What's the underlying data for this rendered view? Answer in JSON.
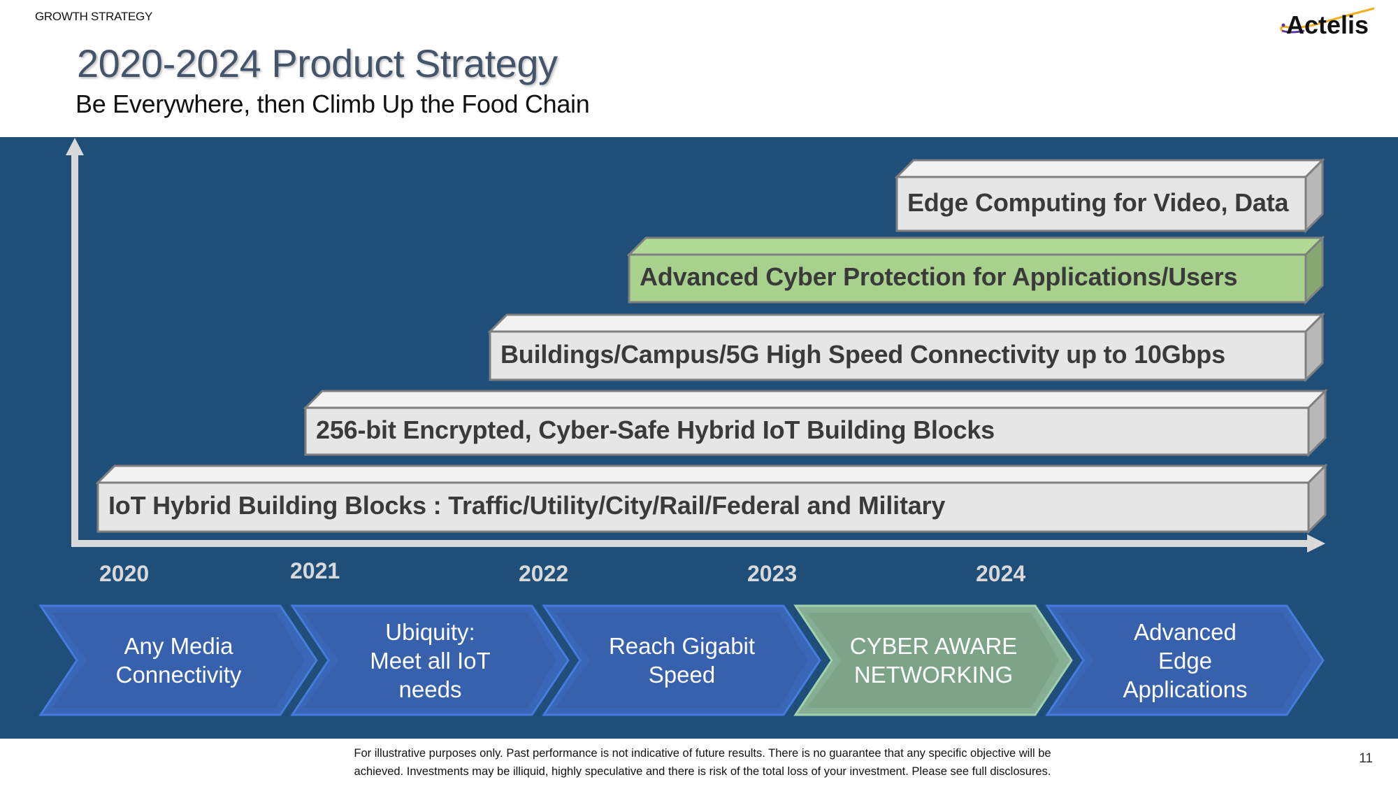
{
  "header": {
    "section_label": "GROWTH STRATEGY",
    "logo_text": "Actelis",
    "title": "2020-2024 Product Strategy",
    "subtitle": "Be Everywhere, then Climb Up the Food Chain"
  },
  "stairs": [
    {
      "label": "IoT Hybrid Building Blocks : Traffic/Utility/City/Rail/Federal and Military",
      "color": "#e6e6e6"
    },
    {
      "label": "256-bit Encrypted, Cyber-Safe Hybrid IoT Building Blocks",
      "color": "#e6e6e6"
    },
    {
      "label": "Buildings/Campus/5G High Speed Connectivity up to 10Gbps",
      "color": "#e6e6e6"
    },
    {
      "label": "Advanced Cyber Protection for Applications/Users",
      "color": "#a9d18e"
    },
    {
      "label": "Edge Computing for Video, Data",
      "color": "#e6e6e6"
    }
  ],
  "years": [
    "2020",
    "2021",
    "2022",
    "2023",
    "2024"
  ],
  "chevrons": [
    {
      "lines": [
        "Any Media",
        "Connectivity"
      ],
      "color": "#3a66b8"
    },
    {
      "lines": [
        "Ubiquity:",
        "Meet all IoT",
        "needs"
      ],
      "color": "#3a66b8"
    },
    {
      "lines": [
        "Reach Gigabit",
        "Speed"
      ],
      "color": "#3a66b8"
    },
    {
      "lines": [
        "CYBER AWARE",
        "NETWORKING"
      ],
      "color": "#85ae92"
    },
    {
      "lines": [
        "Advanced",
        "Edge",
        "Applications"
      ],
      "color": "#3a66b8"
    }
  ],
  "footer": {
    "disclaimer_line1": "For illustrative purposes only. Past performance is not indicative of future results.  There is no guarantee that any specific objective will be",
    "disclaimer_line2": "achieved.  Investments may be illiquid, highly speculative and there is risk of the total loss of your investment.  Please see full disclosures.",
    "page_number": "11"
  },
  "colors": {
    "panel": "#1f4e79",
    "axis": "#d9d9d9",
    "title": "#44546a"
  }
}
